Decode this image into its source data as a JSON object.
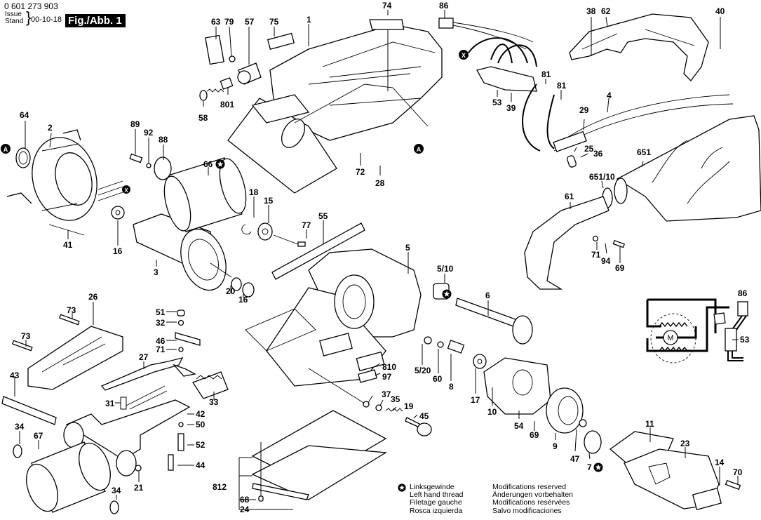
{
  "header": {
    "part_number": "0 601 273 903",
    "issue_label_1": "Issue",
    "issue_label_2": "Stand",
    "issue_date": "00-10-18",
    "figure_label": "Fig./Abb. 1"
  },
  "legend": {
    "symbol": "left-hand-thread-star-icon",
    "lines": [
      "Linksgewinde",
      "Left hand thread",
      "Filetage gauche",
      "Rosca izquierda"
    ]
  },
  "modifications": {
    "lines": [
      "Modifications reserved",
      "Änderungen vorbehalten",
      "Modifications resérvées",
      "Salvo modificaciones"
    ]
  },
  "markers": {
    "A": "A",
    "X": "X"
  },
  "callouts": [
    {
      "id": "c74",
      "label": "74"
    },
    {
      "id": "c86",
      "label": "86"
    },
    {
      "id": "c38",
      "label": "38"
    },
    {
      "id": "c62",
      "label": "62"
    },
    {
      "id": "c40",
      "label": "40"
    },
    {
      "id": "c63",
      "label": "63"
    },
    {
      "id": "c79",
      "label": "79"
    },
    {
      "id": "c57",
      "label": "57"
    },
    {
      "id": "c75",
      "label": "75"
    },
    {
      "id": "c1",
      "label": "1"
    },
    {
      "id": "c58",
      "label": "58"
    },
    {
      "id": "c801",
      "label": "801"
    },
    {
      "id": "c81a",
      "label": "81"
    },
    {
      "id": "c81b",
      "label": "81"
    },
    {
      "id": "c53",
      "label": "53"
    },
    {
      "id": "c39",
      "label": "39"
    },
    {
      "id": "c4",
      "label": "4"
    },
    {
      "id": "c29",
      "label": "29"
    },
    {
      "id": "c25",
      "label": "25"
    },
    {
      "id": "c36",
      "label": "36"
    },
    {
      "id": "c651",
      "label": "651"
    },
    {
      "id": "c65110",
      "label": "651/10"
    },
    {
      "id": "c61",
      "label": "61"
    },
    {
      "id": "c71a",
      "label": "71"
    },
    {
      "id": "c94",
      "label": "94"
    },
    {
      "id": "c69a",
      "label": "69"
    },
    {
      "id": "c64",
      "label": "64"
    },
    {
      "id": "c2",
      "label": "2"
    },
    {
      "id": "c89",
      "label": "89"
    },
    {
      "id": "c92",
      "label": "92"
    },
    {
      "id": "c88",
      "label": "88"
    },
    {
      "id": "c66",
      "label": "66"
    },
    {
      "id": "c72",
      "label": "72"
    },
    {
      "id": "c28",
      "label": "28"
    },
    {
      "id": "c18",
      "label": "18"
    },
    {
      "id": "c15",
      "label": "15"
    },
    {
      "id": "c77",
      "label": "77"
    },
    {
      "id": "c55",
      "label": "55"
    },
    {
      "id": "c41",
      "label": "41"
    },
    {
      "id": "c16a",
      "label": "16"
    },
    {
      "id": "c3",
      "label": "3"
    },
    {
      "id": "c20",
      "label": "20"
    },
    {
      "id": "c16b",
      "label": "16"
    },
    {
      "id": "c5",
      "label": "5"
    },
    {
      "id": "c510",
      "label": "5/10"
    },
    {
      "id": "c6",
      "label": "6"
    },
    {
      "id": "c520",
      "label": "5/20"
    },
    {
      "id": "c60",
      "label": "60"
    },
    {
      "id": "c8",
      "label": "8"
    },
    {
      "id": "c17",
      "label": "17"
    },
    {
      "id": "c10",
      "label": "10"
    },
    {
      "id": "c810",
      "label": "810"
    },
    {
      "id": "c97",
      "label": "97"
    },
    {
      "id": "c26",
      "label": "26"
    },
    {
      "id": "c73a",
      "label": "73"
    },
    {
      "id": "c73b",
      "label": "73"
    },
    {
      "id": "c51",
      "label": "51"
    },
    {
      "id": "c32",
      "label": "32"
    },
    {
      "id": "c46",
      "label": "46"
    },
    {
      "id": "c71b",
      "label": "71"
    },
    {
      "id": "c27",
      "label": "27"
    },
    {
      "id": "c43",
      "label": "43"
    },
    {
      "id": "c31",
      "label": "31"
    },
    {
      "id": "c33",
      "label": "33"
    },
    {
      "id": "c42",
      "label": "42"
    },
    {
      "id": "c50",
      "label": "50"
    },
    {
      "id": "c52",
      "label": "52"
    },
    {
      "id": "c44",
      "label": "44"
    },
    {
      "id": "c34a",
      "label": "34"
    },
    {
      "id": "c67",
      "label": "67"
    },
    {
      "id": "c21",
      "label": "21"
    },
    {
      "id": "c34b",
      "label": "34"
    },
    {
      "id": "c37",
      "label": "37"
    },
    {
      "id": "c35",
      "label": "35"
    },
    {
      "id": "c19",
      "label": "19"
    },
    {
      "id": "c45",
      "label": "45"
    },
    {
      "id": "c54",
      "label": "54"
    },
    {
      "id": "c69b",
      "label": "69"
    },
    {
      "id": "c9",
      "label": "9"
    },
    {
      "id": "c47",
      "label": "47"
    },
    {
      "id": "c7",
      "label": "7"
    },
    {
      "id": "c11",
      "label": "11"
    },
    {
      "id": "c23",
      "label": "23"
    },
    {
      "id": "c14",
      "label": "14"
    },
    {
      "id": "c70",
      "label": "70"
    },
    {
      "id": "c812",
      "label": "812"
    },
    {
      "id": "c68",
      "label": "68"
    },
    {
      "id": "c24",
      "label": "24"
    }
  ],
  "wiring_diagram": {
    "motor_label": "M",
    "plug_label": "86",
    "switch_label": "53"
  }
}
